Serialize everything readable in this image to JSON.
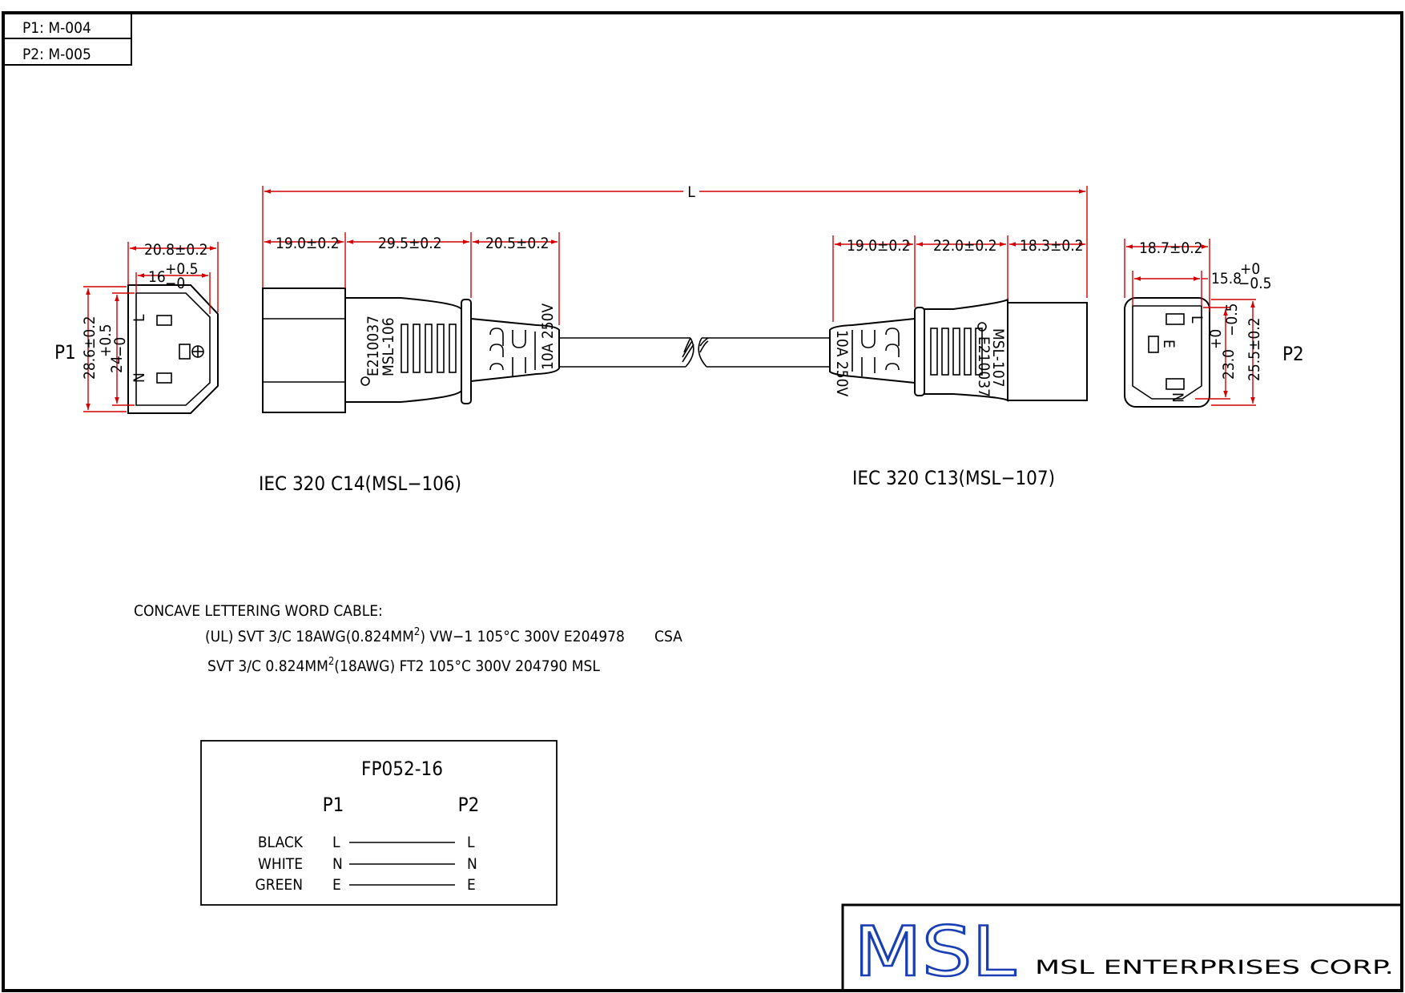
{
  "part_refs": [
    "P1: M-004",
    "P2: M-005"
  ],
  "overall_length_label": "L",
  "p1": {
    "label": "P1",
    "width_dim": "20.8±0.2",
    "inner_width_dim": "16",
    "inner_width_tol_plus": "+0.5",
    "inner_width_tol_minus": "−0",
    "height_dim": "28.6±0.2",
    "inner_height_dim": "24",
    "inner_height_tol_plus": "+0.5",
    "inner_height_tol_minus": "−0",
    "pin_labels": [
      "L",
      "N"
    ]
  },
  "connector_left": {
    "dims": [
      "19.0±0.2",
      "29.5±0.2",
      "20.5±0.2"
    ],
    "markings": [
      "E210037",
      "MSL-106",
      "10A 250V"
    ],
    "caption": "IEC  320  C14(MSL−106)"
  },
  "connector_right": {
    "dims": [
      "19.0±0.2",
      "22.0±0.2",
      "18.3±0.2"
    ],
    "markings": [
      "MSL-107",
      "E210037",
      "10A 250V"
    ],
    "caption": "IEC  320  C13(MSL−107)"
  },
  "p2": {
    "label": "P2",
    "width_dim": "18.7±0.2",
    "inner_width_dim": "15.8",
    "inner_width_tol_plus": "+0",
    "inner_width_tol_minus": "−0.5",
    "height_dim": "25.5±0.2",
    "inner_height_dim": "23.0",
    "inner_height_tol_plus": "+0",
    "inner_height_tol_minus": "−0.5",
    "pin_labels": [
      "L",
      "E",
      "N"
    ]
  },
  "cable_notes": {
    "heading": "CONCAVE LETTERING WORD CABLE:",
    "line1": "(UL) SVT 3/C 18AWG(0.824MM",
    "line1_sup": "2",
    "line1_rest": ") VW−1 105°C 300V E204978",
    "line1_csa": "CSA",
    "line2": "SVT 3/C 0.824MM",
    "line2_sup": "2",
    "line2_rest": "(18AWG) FT2 105°C 300V 204790 MSL"
  },
  "wiring_table": {
    "title": "FP052-16",
    "col_p1": "P1",
    "col_p2": "P2",
    "rows": [
      {
        "color": "BLACK",
        "p1": "L",
        "p2": "L"
      },
      {
        "color": "WHITE",
        "p1": "N",
        "p2": "N"
      },
      {
        "color": "GREEN",
        "p1": "E",
        "p2": "E"
      }
    ]
  },
  "title_block": {
    "logo": "MSL",
    "company": "MSL ENTERPRISES CORP."
  },
  "colors": {
    "dimension": "#d40000",
    "logo": "#1a3fb5",
    "outline": "#000000"
  }
}
